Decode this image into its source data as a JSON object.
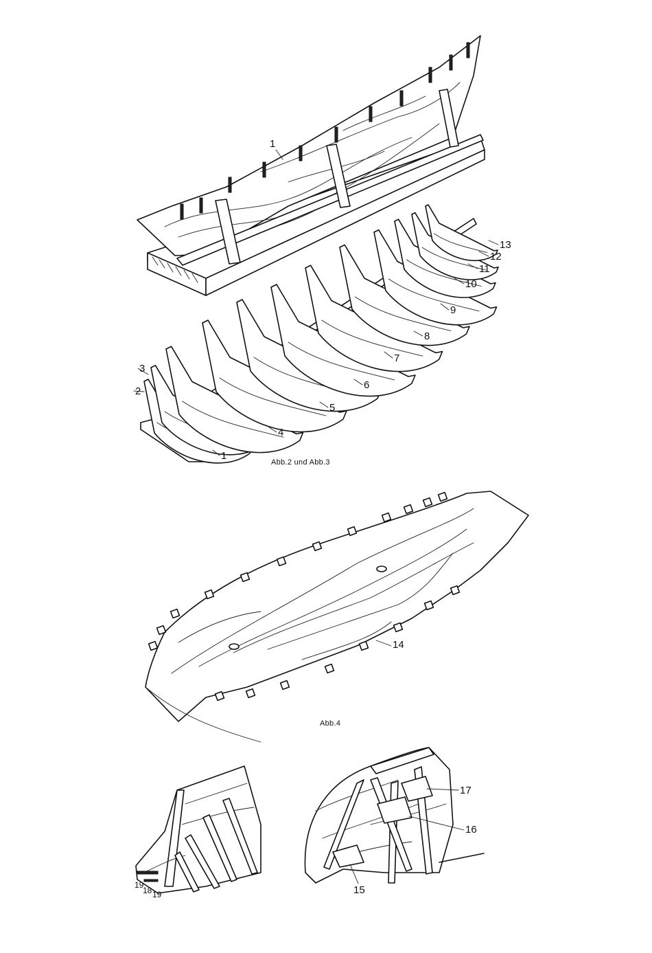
{
  "figures": {
    "abb23": {
      "caption": "Abb.2 und Abb.3",
      "board_label": "1",
      "frame_labels": [
        "1",
        "2",
        "3",
        "4",
        "5",
        "6",
        "7",
        "8",
        "9",
        "10",
        "11",
        "12",
        "13"
      ]
    },
    "abb4": {
      "caption": "Abb.4",
      "label": "14"
    },
    "detail_left": {
      "labels": [
        "19",
        "18",
        "19"
      ]
    },
    "detail_right": {
      "labels": [
        "17",
        "16",
        "15"
      ]
    }
  }
}
